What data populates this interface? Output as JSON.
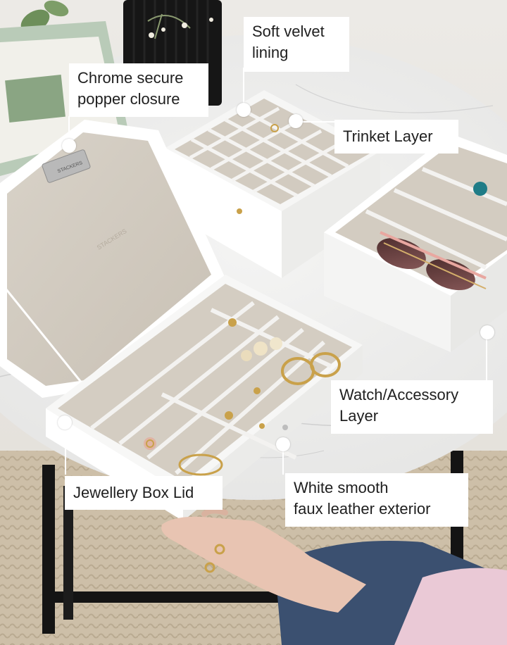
{
  "image": {
    "description_free": true,
    "palette": {
      "wall": "#ebe8e4",
      "marble": "#eeeeee",
      "marble_vein": "#cfcfcf",
      "box_white": "#f7f7f6",
      "velvet": "#d6cfc4",
      "velvet_dark": "#c4bcb0",
      "gold": "#c9a14a",
      "table_frame": "#111111",
      "rug": "#cbbfa9",
      "jeans": "#3a4f6a",
      "skin": "#e8c4b2",
      "callout_bg": "#ffffff",
      "callout_text": "#1f1f1f"
    }
  },
  "callouts": {
    "chrome_closure": "Chrome secure\npopper closure",
    "velvet_lining": "Soft velvet\nlining",
    "trinket_layer": "Trinket Layer",
    "watch_layer": "Watch/Accessory\nLayer",
    "box_lid": "Jewellery Box Lid",
    "exterior": "White smooth\nfaux leather exterior"
  },
  "brand_marks": {
    "clasp_text": "STACKERS",
    "lid_embossing": "STACKERS"
  }
}
